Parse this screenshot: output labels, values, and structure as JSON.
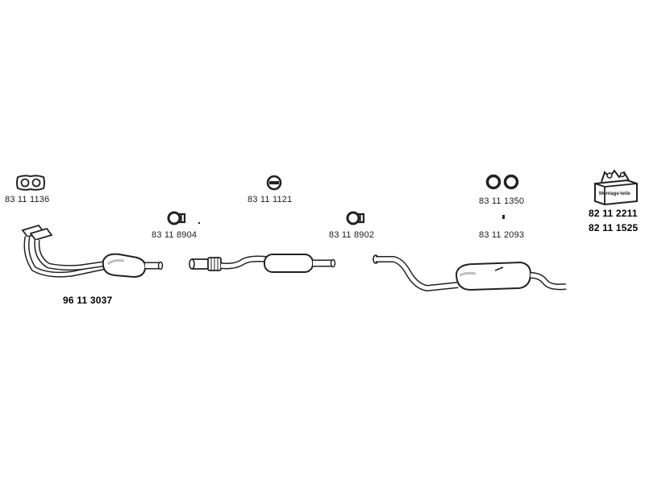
{
  "colors": {
    "line": "#222222",
    "fill": "#ffffff",
    "shade": "#bfbfbf"
  },
  "parts": {
    "gasket": {
      "number": "83 11 1136",
      "icon": "flange-gasket-icon"
    },
    "clamp_front": {
      "number": "83 11 8904",
      "icon": "clamp-icon"
    },
    "catalyst_pipe": {
      "number": "96 11 3037",
      "icon": "catalytic-converter-icon"
    },
    "mount_ring": {
      "number": "83 11 1121",
      "icon": "rubber-mount-icon"
    },
    "clamp_mid": {
      "number": "83 11 8902",
      "icon": "clamp-icon"
    },
    "rubber_rings": {
      "number": "83 11 1350",
      "icon": "rubber-rings-icon"
    },
    "small_part": {
      "number": "83 11 2093",
      "icon": "small-fitting-icon"
    },
    "mounting_kit": {
      "number_1": "82 11 2211",
      "number_2": "82 11 1525",
      "box_label": "Montage-teile",
      "icon": "mounting-kit-box-icon"
    },
    "front_silencer": {
      "icon": "front-silencer-icon"
    },
    "rear_silencer": {
      "icon": "rear-silencer-icon"
    }
  }
}
